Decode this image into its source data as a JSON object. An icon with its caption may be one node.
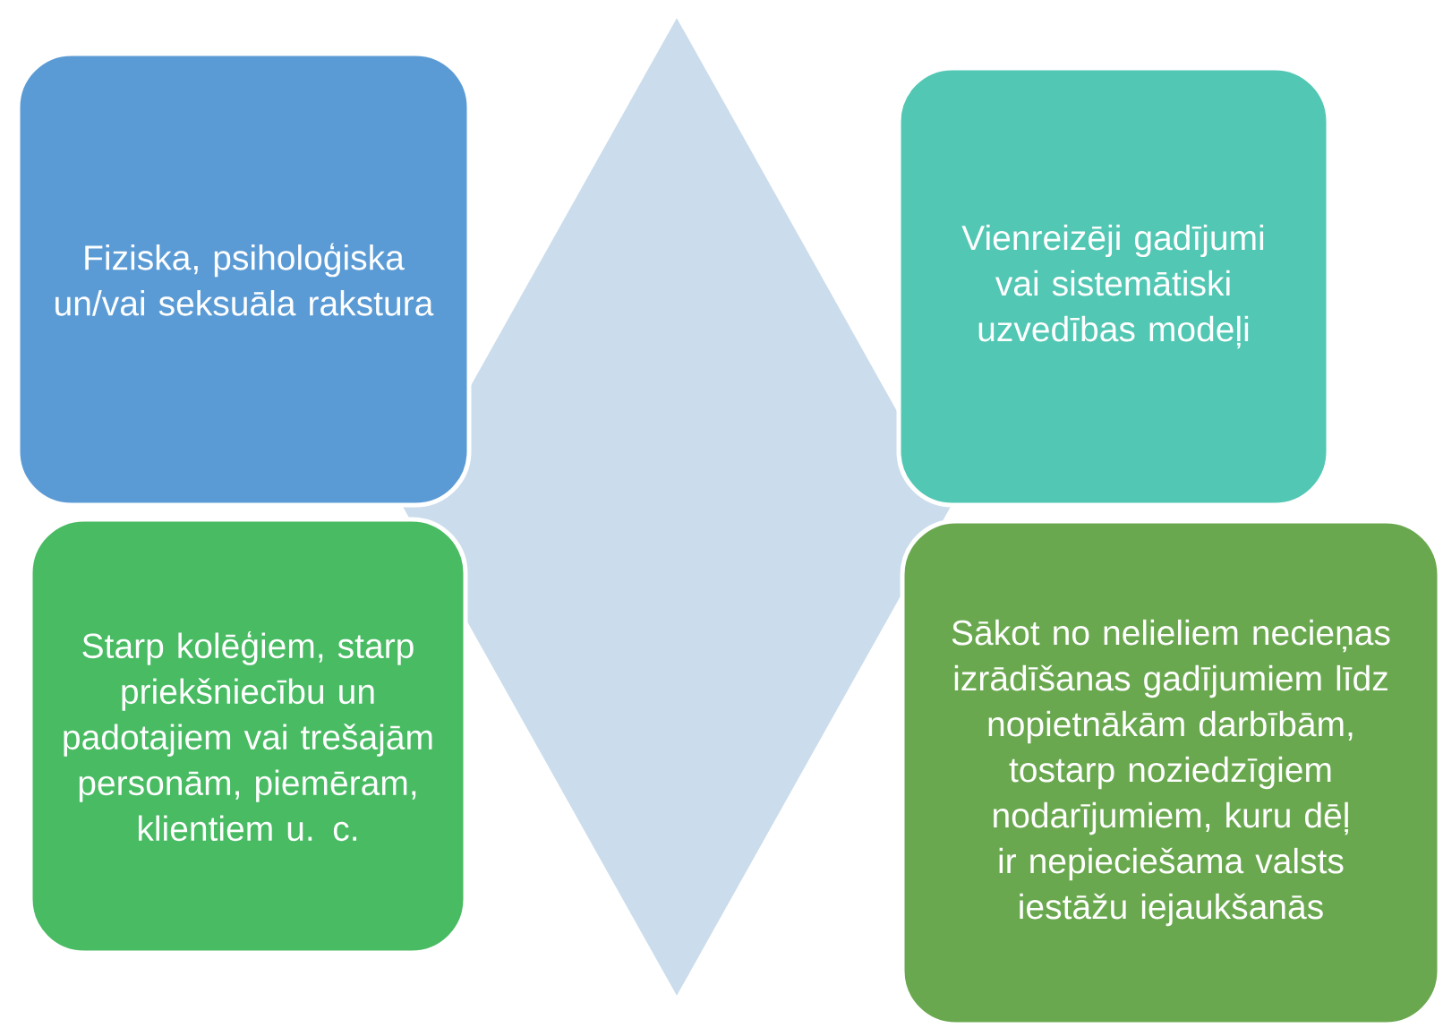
{
  "diagram": {
    "nodes": [
      {
        "text": [],
        "shape": "diamond"
      },
      {
        "text": [
          "Fiziska, psiholoģiska un/vai seksuāla rakstura"
        ]
      },
      {
        "text": [
          "Vienreizēji gadījumi vai sistemātiski uzvedības modeļi"
        ]
      },
      {
        "text": [
          "Starp kolēģiem, starp priekšniecību un padotajiem vai trešajām personām, piemēram, klientiem u. c."
        ]
      },
      {
        "text": [
          "Sākot no nelieliem necieņas izrādīšanas gadījumiem līdz nopietnākām darbībām, tostarp noziedzīgiem nodarījumiem, kuru dēļ ir nepieciešama valsts iestāžu iejaukšanās"
        ]
      }
    ],
    "edges": []
  }
}
